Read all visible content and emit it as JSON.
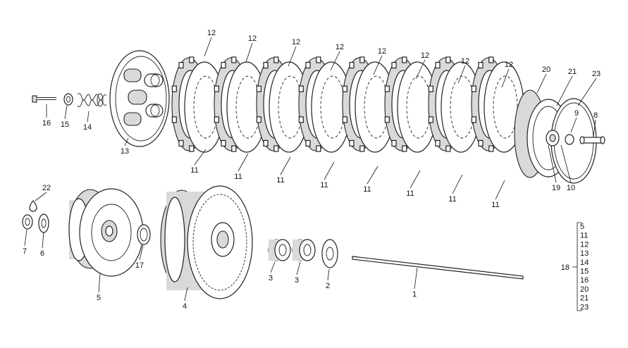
{
  "callouts": {
    "c12a": "12",
    "c12b": "12",
    "c12c": "12",
    "c12d": "12",
    "c12e": "12",
    "c12f": "12",
    "c12g": "12",
    "c12h": "12",
    "c20": "20",
    "c21": "21",
    "c23": "23",
    "c16": "16",
    "c15": "15",
    "c14": "14",
    "c13": "13",
    "c11a": "11",
    "c11b": "11",
    "c11c": "11",
    "c11d": "11",
    "c11e": "11",
    "c11f": "11",
    "c11g": "11",
    "c11h": "11",
    "c9": "9",
    "c8": "8",
    "c19": "19",
    "c10": "10",
    "c22": "22",
    "c7": "7",
    "c6": "6",
    "c5": "5",
    "c17": "17",
    "c4": "4",
    "c3a": "3",
    "c3b": "3",
    "c2": "2",
    "c1": "1",
    "c18": "18"
  },
  "kit_legend": [
    "5",
    "11",
    "12",
    "13",
    "14",
    "15",
    "16",
    "20",
    "21",
    "23"
  ]
}
